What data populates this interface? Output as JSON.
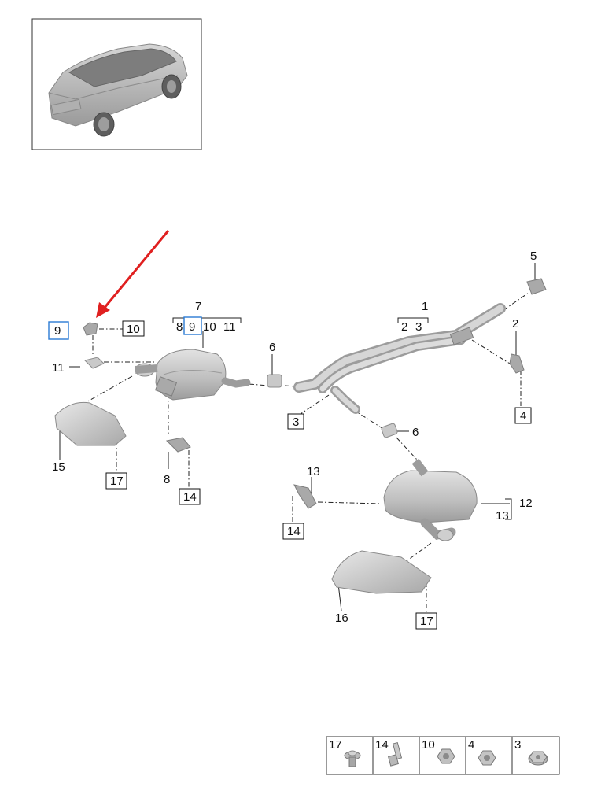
{
  "callouts": {
    "c1": "1",
    "c2a": "2",
    "c3a": "3",
    "c2b": "2",
    "c4": "4",
    "c5": "5",
    "c6a": "6",
    "c6b": "6",
    "c3box": "3",
    "c7": "7",
    "c8a": "8",
    "c9a": "9",
    "c10a": "10",
    "c11a": "11",
    "c9b": "9",
    "c10b": "10",
    "c11b": "11",
    "c8b": "8",
    "c14a": "14",
    "c15": "15",
    "c17a": "17",
    "c13a": "13",
    "c14b": "14",
    "c12": "12",
    "c13b": "13",
    "c16": "16",
    "c17b": "17"
  },
  "fasteners": [
    {
      "number": "17",
      "icon": "screw-with-washer-icon"
    },
    {
      "number": "14",
      "icon": "bolt-icon"
    },
    {
      "number": "10",
      "icon": "hex-nut-icon"
    },
    {
      "number": "4",
      "icon": "hex-nut-icon"
    },
    {
      "number": "3",
      "icon": "flange-nut-icon"
    }
  ],
  "colors": {
    "highlight_box": "#2a7bd4",
    "arrow": "#e02020",
    "part_fill": "#c9c9c9"
  }
}
